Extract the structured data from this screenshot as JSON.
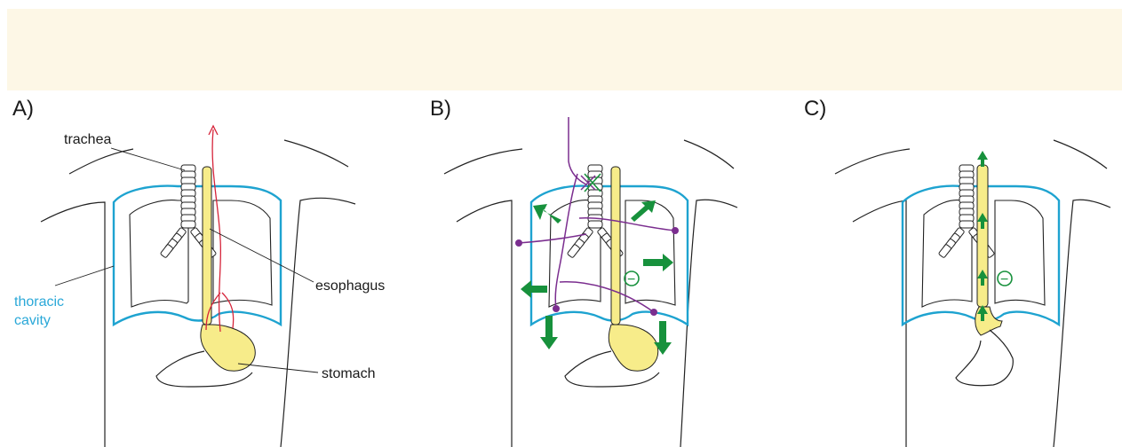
{
  "panels": [
    {
      "letter": "A)"
    },
    {
      "letter": "B)"
    },
    {
      "letter": "C)"
    }
  ],
  "labels": {
    "trachea": "trachea",
    "esophagus": "esophagus",
    "thoracic_line1": "thoracic",
    "thoracic_line2": "cavity",
    "stomach": "stomach"
  },
  "symbols": {
    "minus": "−"
  },
  "colors": {
    "cavity": "#1ea3d0",
    "esophagus": "#f7ec8a",
    "red_path": "#d6243a",
    "purple_path": "#7b2e8f",
    "green_arrow": "#17913c",
    "banner": "#fdf7e6"
  }
}
